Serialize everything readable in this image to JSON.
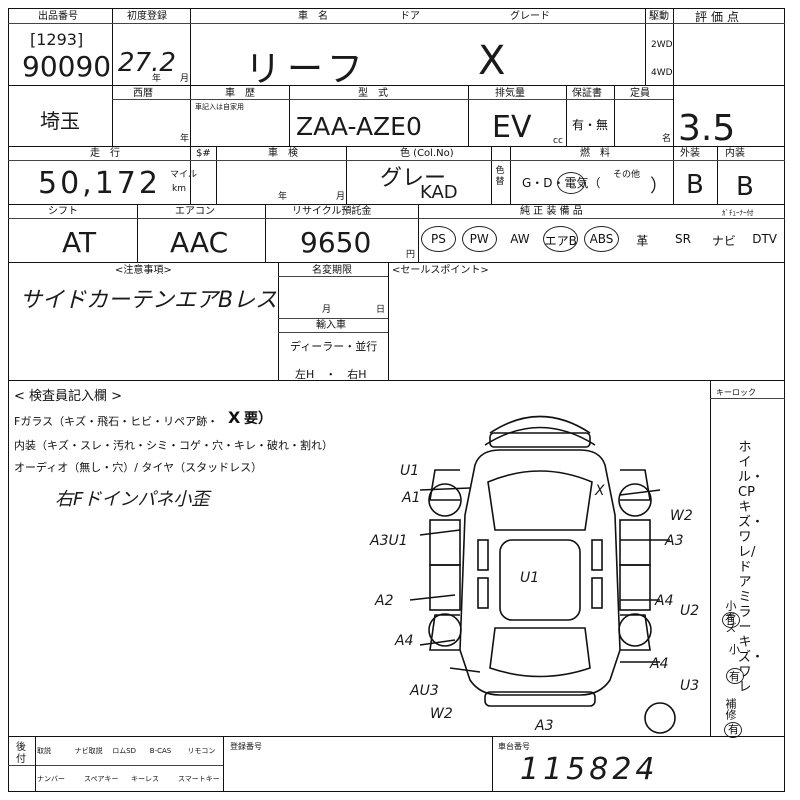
{
  "header": {
    "lot_label": "出品番号",
    "lot_bracket": "[1293]",
    "lot_number": "90090",
    "first_reg_label": "初度登録",
    "first_reg_value": "27.2",
    "year_unit": "年",
    "month_unit": "月",
    "model_label": "車　名",
    "model_value": "リーフ",
    "door_label": "ドア",
    "grade_label": "グレード",
    "grade_value": "X",
    "drive_label": "駆動",
    "drive_2wd": "2WD",
    "drive_4wd": "4WD",
    "score_label": "評価点",
    "score_value": "3.5"
  },
  "row2": {
    "location_value": "埼玉",
    "western_label": "西暦",
    "expiry_label": "車　歴",
    "expiry_note": "車記入は自家用",
    "type_label": "型　式",
    "type_value": "ZAA-AZE0",
    "disp_label": "排気量",
    "disp_value": "EV",
    "disp_unit": "cc",
    "warranty_label": "保証書",
    "warranty_value": "有・無",
    "capacity_label": "定員",
    "capacity_unit": "名"
  },
  "row3": {
    "mileage_label": "走　行",
    "mileage_value": "50,172",
    "mile_unit": "マイル",
    "km_unit": "km",
    "s_label": "$#",
    "inspect_label": "車　検",
    "year_unit": "年",
    "month_unit": "月",
    "color_label": "色 (Col.No)",
    "color_value": "グレー",
    "color_code": "KAD",
    "color_change": "色替",
    "fuel_label": "燃　料",
    "fuel_value": "G・D・電気（",
    "fuel_other": "その他",
    "fuel_close": "）",
    "exterior_label": "外装",
    "exterior_value": "B",
    "interior_label": "内装",
    "interior_value": "B"
  },
  "row4": {
    "shift_label": "シフト",
    "shift_value": "AT",
    "ac_label": "エアコン",
    "ac_value": "AAC",
    "recycle_label": "リサイクル預託金",
    "recycle_value": "9650",
    "recycle_unit": "円",
    "equip_label": "純 正 装 備 品",
    "equip_items": [
      "PS",
      "PW",
      "AW",
      "エアB",
      "ABS",
      "革",
      "SR",
      "ナビ",
      "DTV"
    ],
    "tuner_label": "ｶﾞﾁｭｰﾅｰ付"
  },
  "row5": {
    "notes_label": "<注意事項>",
    "notes_value": "サイドカーテンエアBレス",
    "name_change_label": "名変期限",
    "month_unit": "月",
    "day_unit": "日",
    "import_label": "輸入車",
    "import_value": "ディーラー・並行",
    "steering_value": "左H　・　右H",
    "sales_label": "<セールスポイント>"
  },
  "inspector": {
    "title": "< 検査員記入欄 >",
    "line1_prefix": "Fガラス（キズ・飛石・ヒビ・リペア跡・",
    "line1_mark": "X",
    "line1_suffix": "要）",
    "line2": "内装（キズ・スレ・汚れ・シミ・コゲ・穴・キレ・破れ・割れ）",
    "line3": "オーディオ（無し・穴）/ タイヤ（スタッドレス）",
    "handwritten": "右Fドインパネ小歪"
  },
  "diagram": {
    "keylock_label": "キーロック",
    "side_text": "ホイル・CPキズ・ワレ/ドアミラーキズ・ワレ",
    "side_small_1": "小キズ",
    "side_have_1": "有",
    "side_small_2": "小",
    "side_have_2": "有",
    "side_repair": "補修",
    "side_have_3": "有",
    "marks": [
      "U1",
      "A1",
      "A3U1",
      "A2",
      "A4",
      "AU3",
      "W2",
      "X",
      "W2",
      "A3",
      "U1",
      "A4",
      "U2",
      "A4",
      "U3",
      "A3"
    ]
  },
  "footer": {
    "col_labels_top": [
      "取説",
      "ナビ取説",
      "ロムSD",
      "B-CAS",
      "リモコン"
    ],
    "col_labels_bottom": [
      "ナンバー",
      "スペアキー",
      "キーレス",
      "スマートキー"
    ],
    "side_label": "後付",
    "reg_label": "登録番号",
    "chassis_label": "車台番号",
    "chassis_value": "115824"
  }
}
